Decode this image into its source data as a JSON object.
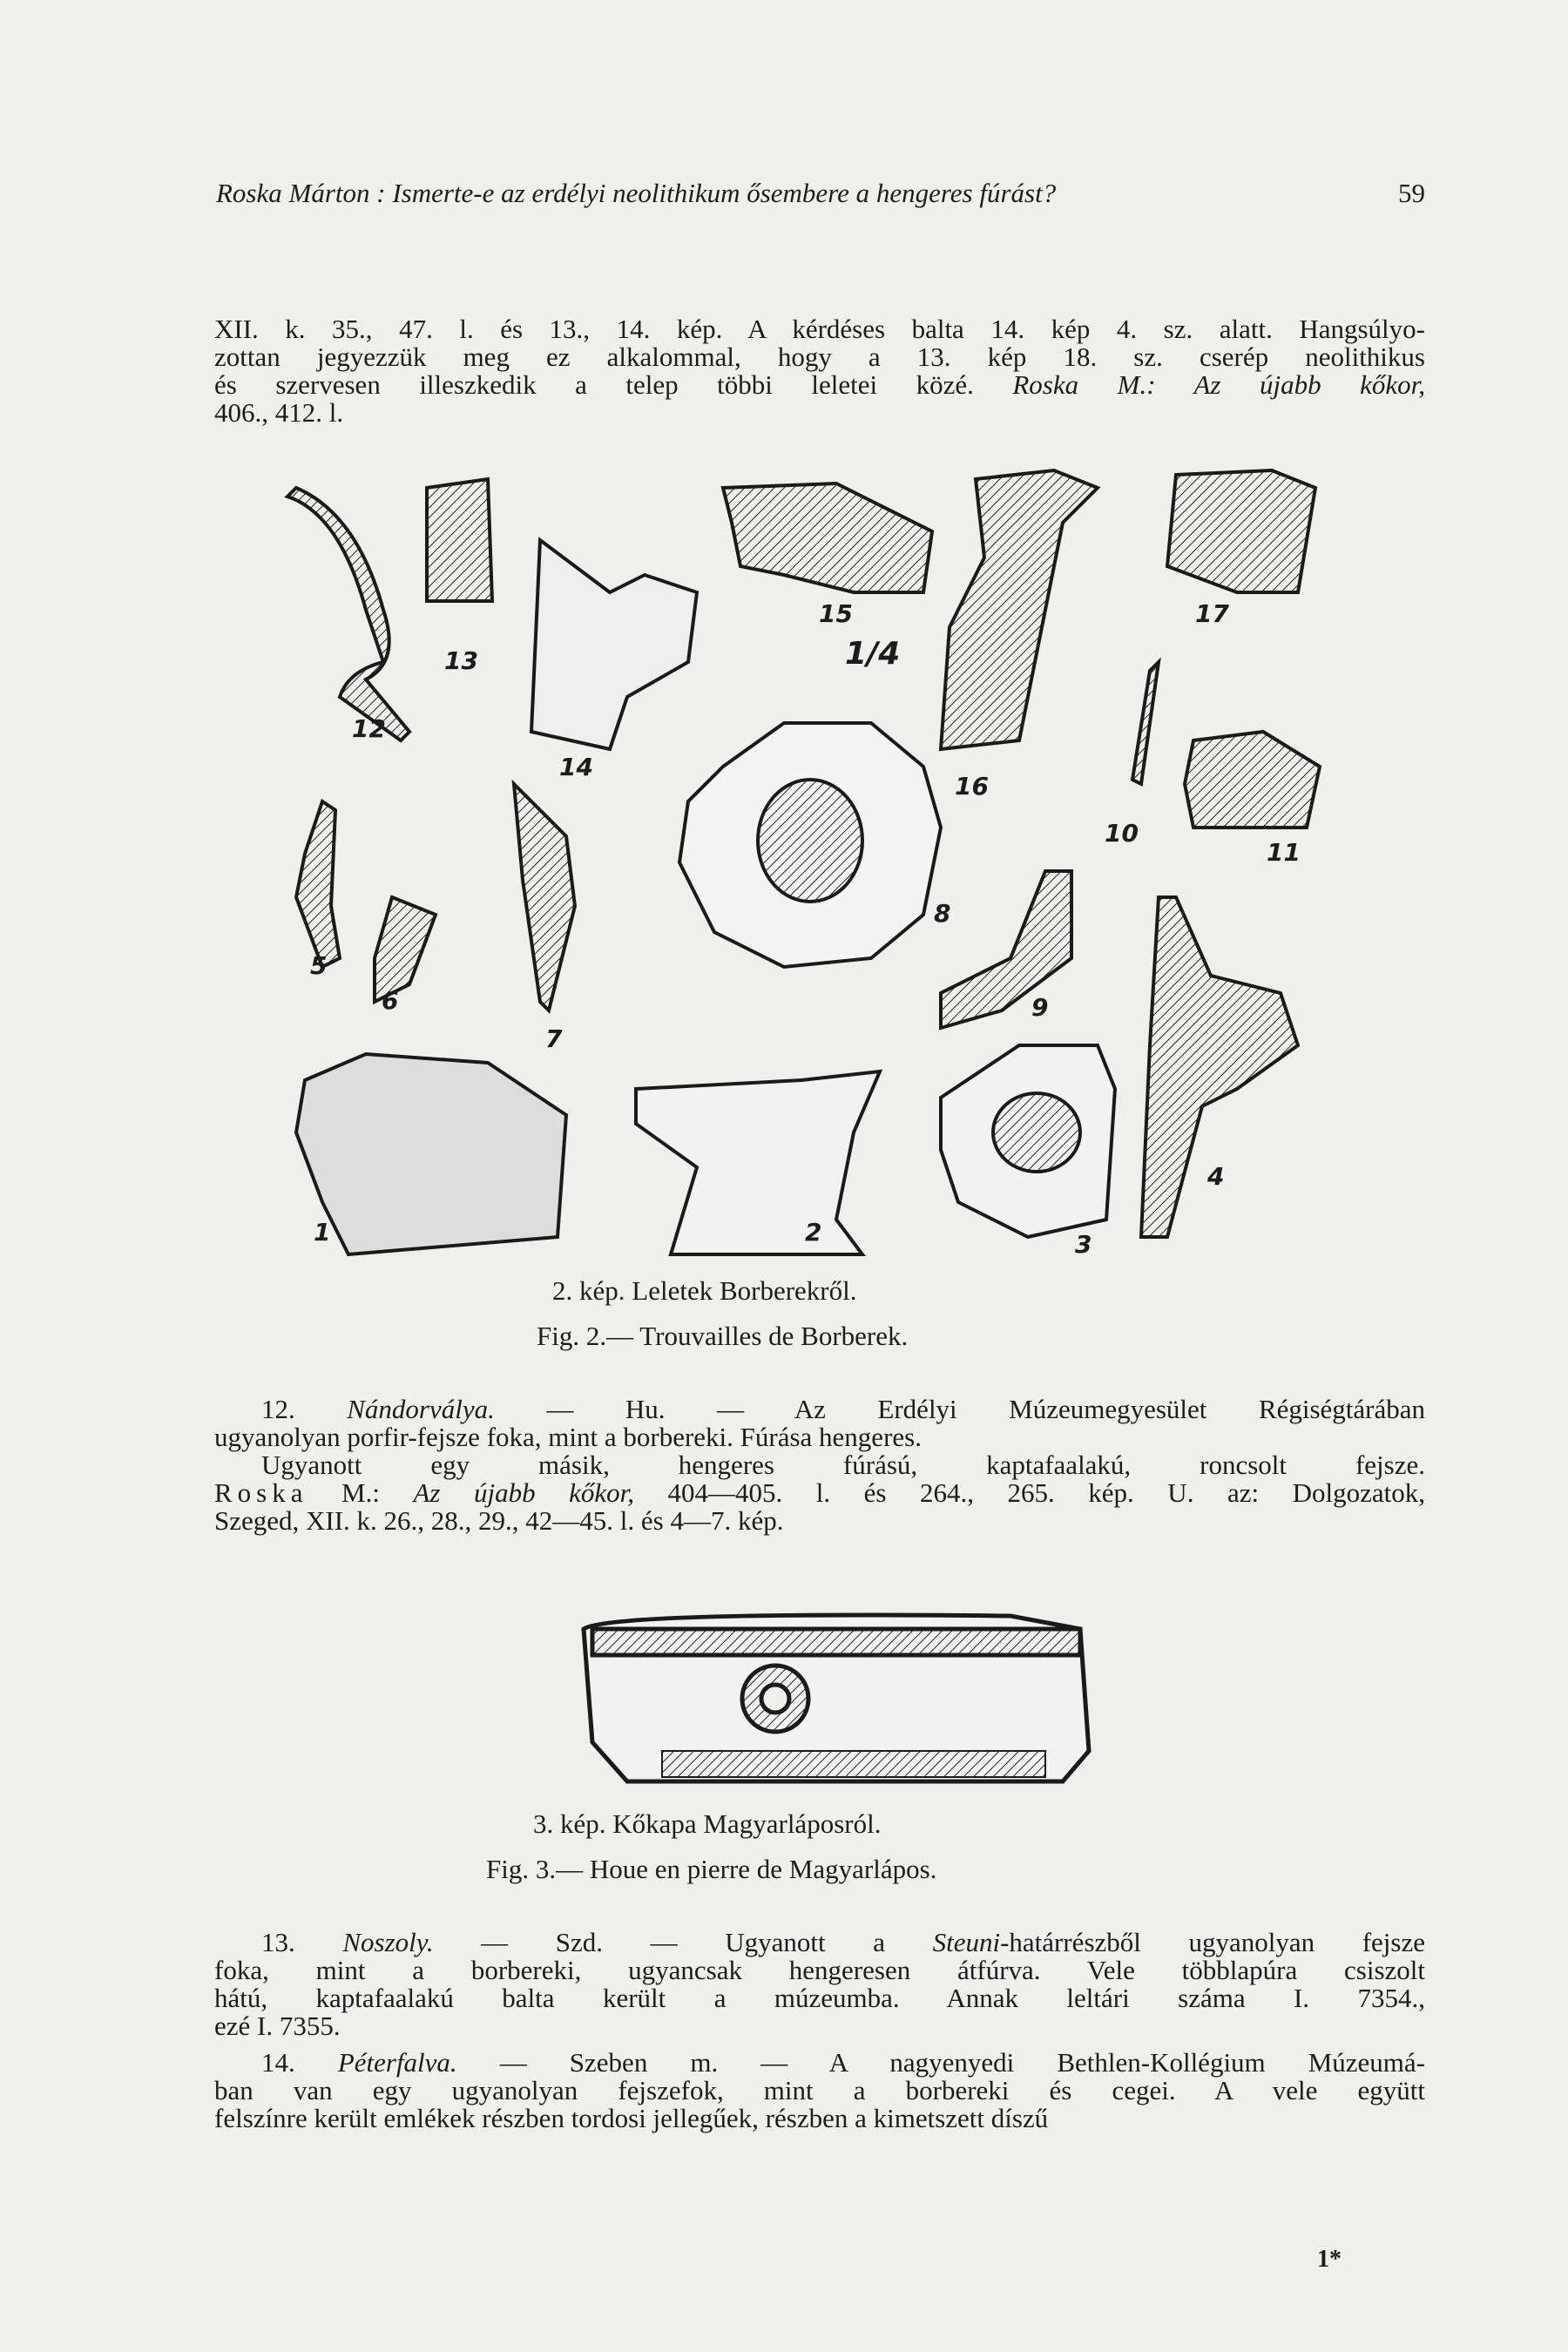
{
  "header": {
    "running_title": "Roska Márton : Ismerte-e az erdélyi neolithikum ősembere a hengeres fúrást?",
    "page_number": "59"
  },
  "paragraph_top": [
    [
      {
        "t": "XII. k. 35., 47. l. és 13., 14. kép. A kérdéses balta 14. kép 4. sz. alatt. Hangsúlyo-"
      }
    ],
    [
      {
        "t": "zottan jegyezzük meg ez alkalommal, hogy a 13. kép 18. sz. cserép neolithikus"
      }
    ],
    [
      {
        "t": "és szervesen illeszkedik a telep többi leletei közé. "
      },
      {
        "t": "Roska M.: Az újabb kőkor,",
        "i": true
      }
    ],
    [
      {
        "t": "406., 412. l."
      }
    ]
  ],
  "figure2": {
    "labels": [
      "13",
      "15",
      "1/4",
      "17",
      "12",
      "14",
      "16",
      "10",
      "11",
      "5",
      "6",
      "8",
      "9",
      "7",
      "4",
      "1",
      "2",
      "3"
    ],
    "caption_hu": "2. kép. Leletek Borberekről.",
    "caption_fr": "Fig. 2.— Trouvailles de Borberek."
  },
  "paragraph_12": [
    [
      {
        "t": "12. "
      },
      {
        "t": "Nándorválya.",
        "i": true
      },
      {
        "t": " — Hu. — Az Erdélyi Múzeumegyesület Régiségtárában"
      }
    ],
    [
      {
        "t": "ugyanolyan porfir-fejsze foka, mint a borbereki. Fúrása hengeres."
      }
    ],
    [
      {
        "t": "Ugyanott egy másik, hengeres fúrású, kaptafaalakú, roncsolt fejsze."
      }
    ],
    [
      {
        "t": "Roska",
        "s": true
      },
      {
        "t": " M.: "
      },
      {
        "t": "Az újabb kőkor,",
        "i": true
      },
      {
        "t": " 404—405. l. és 264., 265. kép. U. az: Dolgozatok,"
      }
    ],
    [
      {
        "t": "Szeged, XII. k. 26., 28., 29., 42—45. l. és 4—7. kép."
      }
    ]
  ],
  "figure3": {
    "caption_hu": "3. kép. Kőkapa Magyarláposról.",
    "caption_fr": "Fig. 3.— Houe en pierre de Magyarlápos."
  },
  "paragraph_13": [
    [
      {
        "t": "13. "
      },
      {
        "t": "Noszoly.",
        "i": true
      },
      {
        "t": " — Szd. — Ugyanott a "
      },
      {
        "t": "Steuni",
        "i": true
      },
      {
        "t": "-határrészből ugyanolyan fejsze"
      }
    ],
    [
      {
        "t": "foka, mint a borbereki, ugyancsak hengeresen átfúrva. Vele többlapúra csiszolt"
      }
    ],
    [
      {
        "t": "hátú, kaptafaalakú balta került a múzeumba. Annak leltári száma I. 7354.,"
      }
    ],
    [
      {
        "t": "ezé I. 7355."
      }
    ]
  ],
  "paragraph_14": [
    [
      {
        "t": "14. "
      },
      {
        "t": "Péterfalva.",
        "i": true
      },
      {
        "t": " — Szeben m. — A nagyenyedi Bethlen-Kollégium Múzeumá-"
      }
    ],
    [
      {
        "t": "ban van egy ugyanolyan fejszefok, mint a borbereki és cegei. A vele együtt"
      }
    ],
    [
      {
        "t": "felszínre került emlékek részben tordosi jellegűek, részben a kimetszett díszű"
      }
    ]
  ],
  "signature_mark": "1*"
}
